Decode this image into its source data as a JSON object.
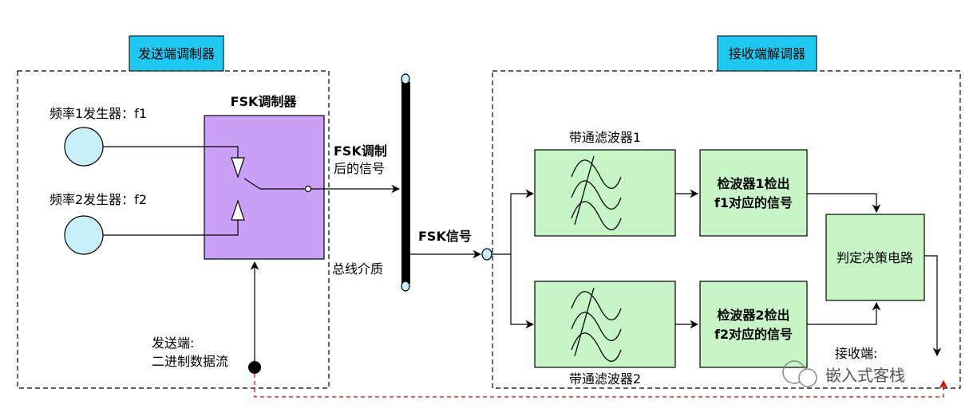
{
  "sender": {
    "title": "发送端调制器",
    "gen1_label": "频率1发生器：f1",
    "gen2_label": "频率2发生器：f2",
    "modulator_label": "FSK调制器",
    "data_source_line1": "发送端:",
    "data_source_line2": "二进制数据流"
  },
  "bus": {
    "signal_line1": "FSK调制",
    "signal_line2": "后的信号",
    "medium_label": "总线介质",
    "fsk_signal_label": "FSK信号"
  },
  "receiver": {
    "title": "接收端解调器",
    "bpf1_label": "带通滤波器1",
    "bpf2_label": "带通滤波器2",
    "det1_line1": "检波器1检出",
    "det1_line2": "f1对应的信号",
    "det2_line1": "检波器2检出",
    "det2_line2": "f2对应的信号",
    "decision_label": "判定决策电路",
    "output_line1": "接收端:"
  },
  "watermark": "嵌入式客栈",
  "colors": {
    "title_bg": "#1ec8f0",
    "modulator_fill": "#c9a0f5",
    "filter_fill": "#c8f5c8",
    "generator_fill": "#c8f0fa",
    "bus_color": "#000000",
    "feedback_line": "#dd0000"
  }
}
